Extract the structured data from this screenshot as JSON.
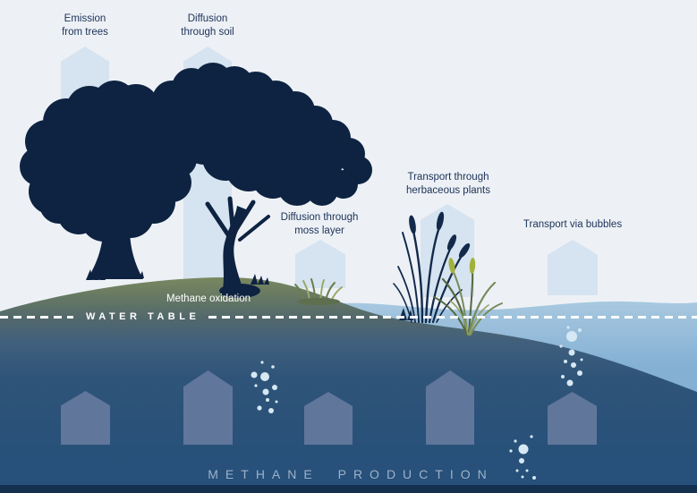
{
  "diagram": {
    "type": "wetland methane cycle infographic",
    "pathway_labels": {
      "emission_trees": "Emission\nfrom trees",
      "diffusion_soil": "Diffusion\nthrough soil",
      "diffusion_moss": "Diffusion through\nmoss layer",
      "transport_herbaceous": "Transport through\nherbaceous plants",
      "transport_bubbles": "Transport via bubbles"
    },
    "zone_labels": {
      "methane_oxidation": "Methane oxidation",
      "water_table": "WATER TABLE",
      "methane_production": "METHANE PRODUCTION"
    },
    "colors": {
      "sky": "#edf1f6",
      "emission_arrow": "#d6e3f0",
      "underwater_arrow": "#61769b",
      "tree_silhouette": "#0e2341",
      "hill_green": "#7e8c60",
      "underground_deep_blue": "#27507a",
      "surface_water": "#8cb6d7",
      "bubble": "#d6e8f4",
      "label_text": "#1c3157",
      "water_table_text": "#ffffff",
      "methane_production_text": "#9cb2c9",
      "bottom_bar": "#13304f"
    }
  }
}
